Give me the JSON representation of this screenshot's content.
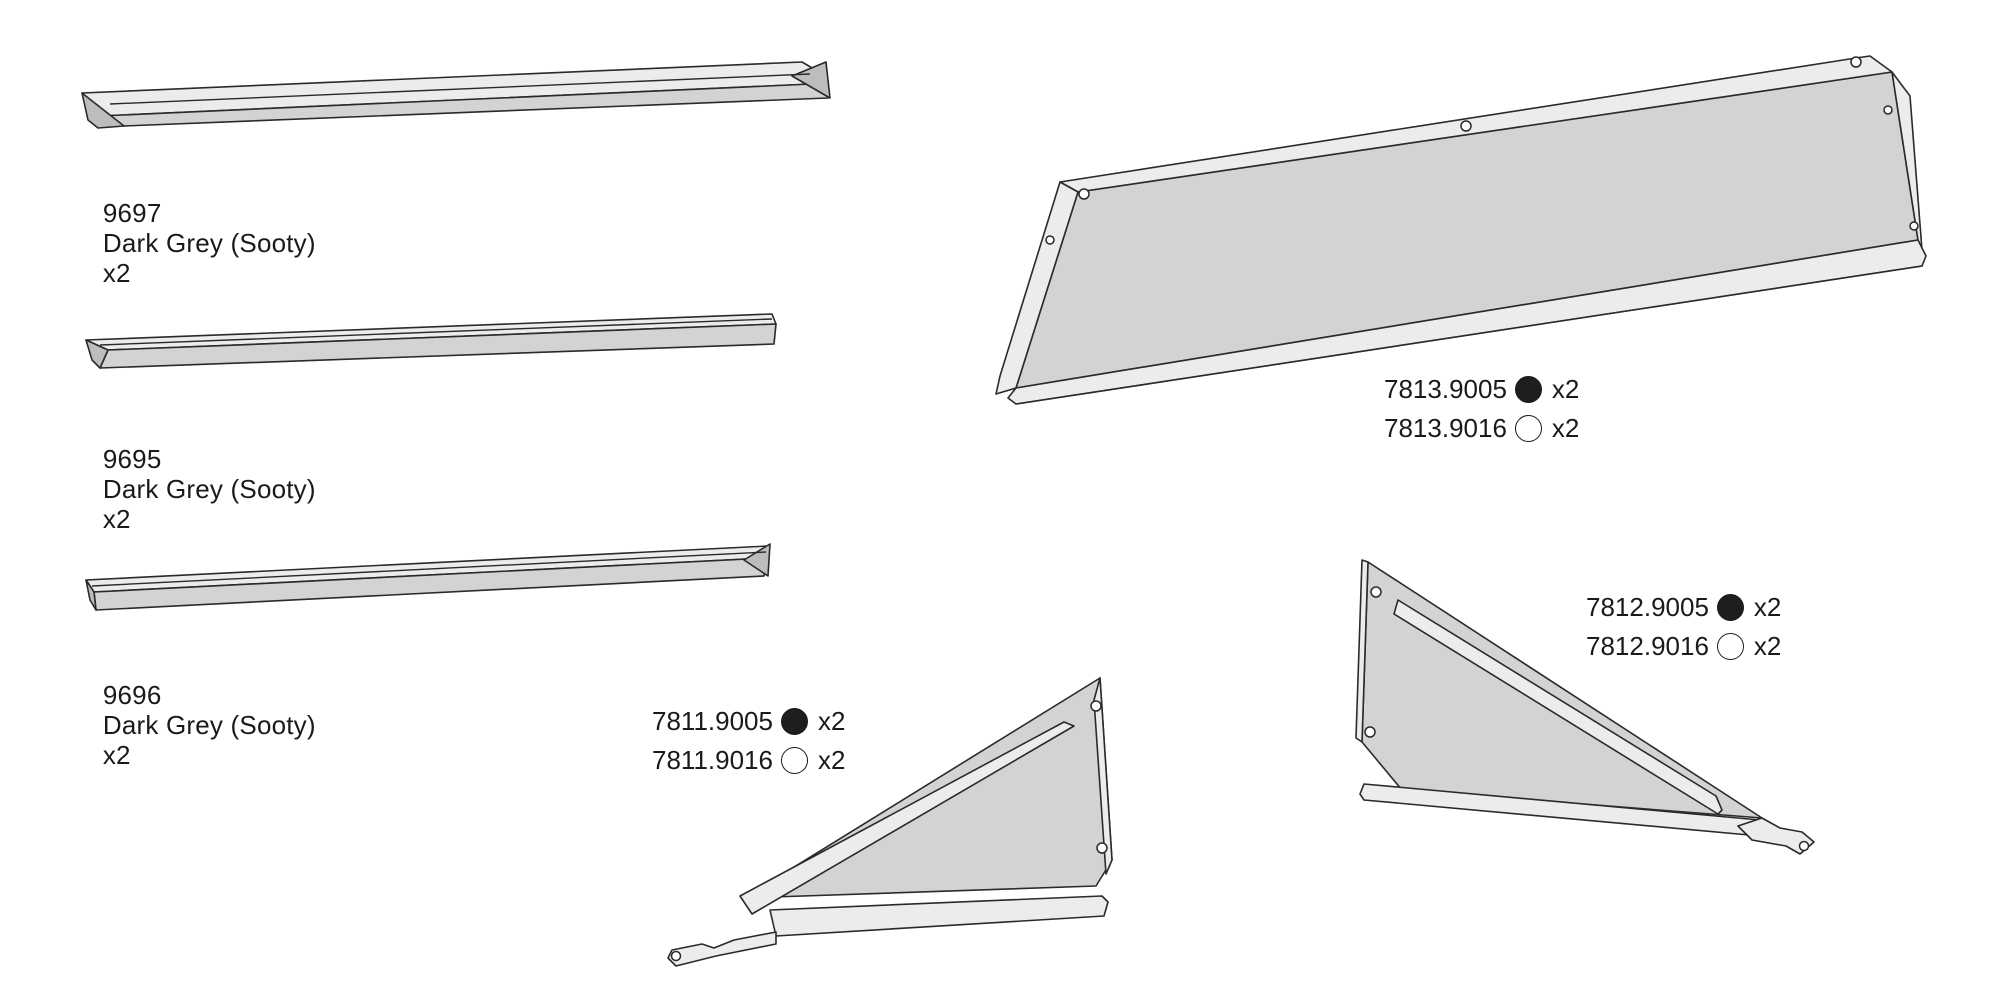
{
  "parts": {
    "bar_9697": {
      "code": "9697",
      "color_name": "Dark Grey (Sooty)",
      "qty": "x2"
    },
    "bar_9695": {
      "code": "9695",
      "color_name": "Dark Grey (Sooty)",
      "qty": "x2"
    },
    "bar_9696": {
      "code": "9696",
      "color_name": "Dark Grey (Sooty)",
      "qty": "x2"
    },
    "shelf_7813": {
      "variants": [
        {
          "code": "7813.9005",
          "swatch": "#1e1e1e",
          "qty": "x2"
        },
        {
          "code": "7813.9016",
          "swatch": "#ffffff",
          "qty": "x2"
        }
      ]
    },
    "bracket_7811": {
      "variants": [
        {
          "code": "7811.9005",
          "swatch": "#1e1e1e",
          "qty": "x2"
        },
        {
          "code": "7811.9016",
          "swatch": "#ffffff",
          "qty": "x2"
        }
      ]
    },
    "bracket_7812": {
      "variants": [
        {
          "code": "7812.9005",
          "swatch": "#1e1e1e",
          "qty": "x2"
        },
        {
          "code": "7812.9016",
          "swatch": "#ffffff",
          "qty": "x2"
        }
      ]
    }
  }
}
